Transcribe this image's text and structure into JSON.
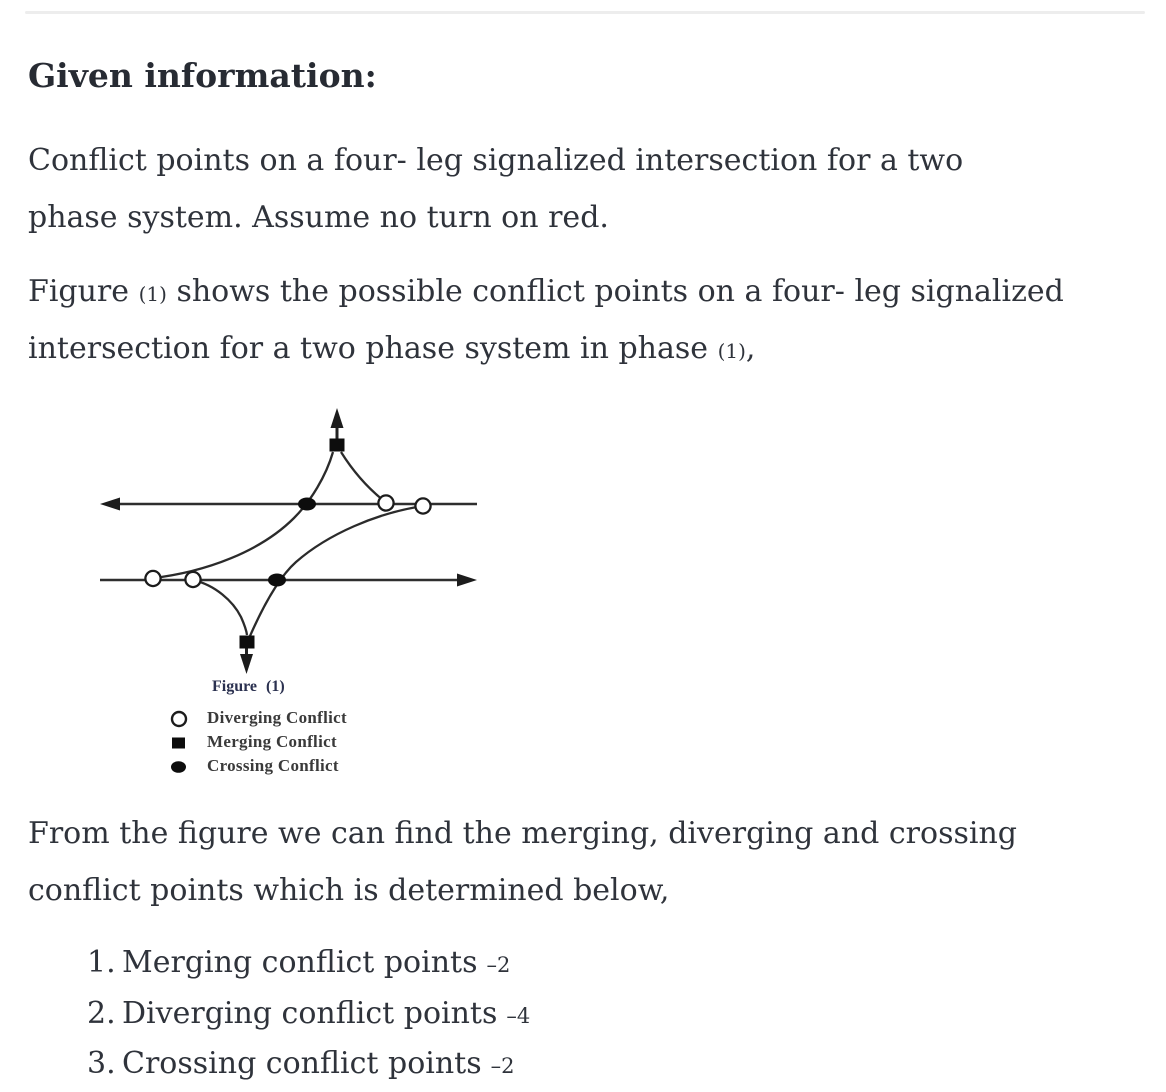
{
  "page": {
    "heading": "Given information:",
    "paragraph1": {
      "line1": "Conflict points on a four- leg signalized intersection for a two",
      "line2": "phase system. Assume no turn on red."
    },
    "paragraph2": {
      "line1_pre": "Figure ",
      "ref1": "(1)",
      "line1_post": " shows the possible conflict points on a four- leg signalized",
      "line2_pre": "intersection for a two phase system in phase ",
      "ref2": "(1)",
      "line2_post": ","
    },
    "paragraph3": {
      "line1": "From the figure we can find the merging, diverging and crossing",
      "line2": "conflict points which is determined below,"
    },
    "list": [
      {
        "number": "1.",
        "text": "Merging conflict points",
        "value": "–2"
      },
      {
        "number": "2.",
        "text": "Diverging conflict points",
        "value": "–4"
      },
      {
        "number": "3.",
        "text": "Crossing conflict points",
        "value": "–2"
      }
    ]
  },
  "figure": {
    "caption": "Figure (1)",
    "legend": [
      {
        "marker": "diverging-circle",
        "label": "Diverging Conflict"
      },
      {
        "marker": "merging-square",
        "label": "Merging Conflict"
      },
      {
        "marker": "crossing-dot",
        "label": "Crossing Conflict"
      }
    ],
    "conflict_counts": {
      "merging": 2,
      "diverging": 4,
      "crossing": 2
    }
  },
  "colors": {
    "text": "#2f333b",
    "divider": "#ededed",
    "figure_line": "#2b2b2b",
    "caption_navy": "#2b3150",
    "background": "#ffffff"
  }
}
